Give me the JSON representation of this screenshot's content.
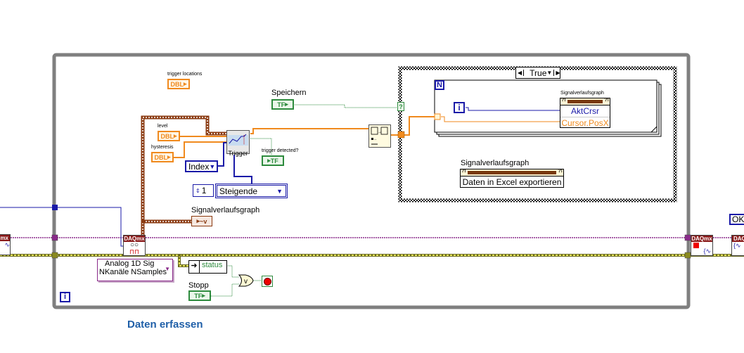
{
  "diagram": {
    "loop_label": "Daten erfassen",
    "while_iteration_terminal": "i",
    "for_iteration_terminal": "i",
    "for_count_terminal": "N",
    "case_selector": "True"
  },
  "controls": {
    "trigger_locations": {
      "label": "trigger locations",
      "type": "DBL"
    },
    "level": {
      "label": "level",
      "type": "DBL"
    },
    "hysteresis": {
      "label": "hysteresis",
      "type": "DBL"
    },
    "speichern": {
      "label": "Speichern",
      "type": "TF"
    },
    "trigger_detected": {
      "label": "trigger detected?",
      "type": "TF"
    },
    "stopp": {
      "label": "Stopp",
      "type": "TF"
    },
    "signal_graph_terminal": {
      "label": "Signalverlaufsgraph",
      "glyph": "~v"
    }
  },
  "nodes": {
    "trigger": {
      "label": "Trigger"
    },
    "index_enum": {
      "value": "Index"
    },
    "slope_numeric": {
      "value": "1"
    },
    "slope_enum": {
      "value": "Steigende"
    },
    "daqmx_read": {
      "header": "DAQmx",
      "polymorph": [
        "Analog 1D Sig",
        "NKanäle NSamples"
      ]
    },
    "daqmx_left": {
      "header": "mx"
    },
    "daqmx_clear": {
      "header": "DAQmx"
    },
    "daqmx_right": {
      "header": "DAQ"
    },
    "status_unbundle": {
      "label": "status"
    },
    "or_gate": {
      "label": "v"
    },
    "case_tunnel": {
      "label": "?"
    },
    "ok_partial": {
      "label": "OK"
    }
  },
  "property_nodes": {
    "cursor": {
      "title": "Signalverlaufsgraph",
      "rows": [
        "AktCrsr",
        "Cursor.PosX"
      ]
    },
    "export": {
      "title": "Signalverlaufsgraph",
      "rows": [
        "Daten in Excel exportieren"
      ]
    }
  },
  "colors": {
    "loop_border": "#7f7f7f",
    "orange_wire": "#f08a1e",
    "blue_wire": "#1a1aa8",
    "green_wire": "#2e8b3e",
    "purple_wire": "#8a2a8a",
    "error_wire": "#c8c83a",
    "waveform_wire": "#8a3a10",
    "title_blue": "#1f5fa8"
  }
}
